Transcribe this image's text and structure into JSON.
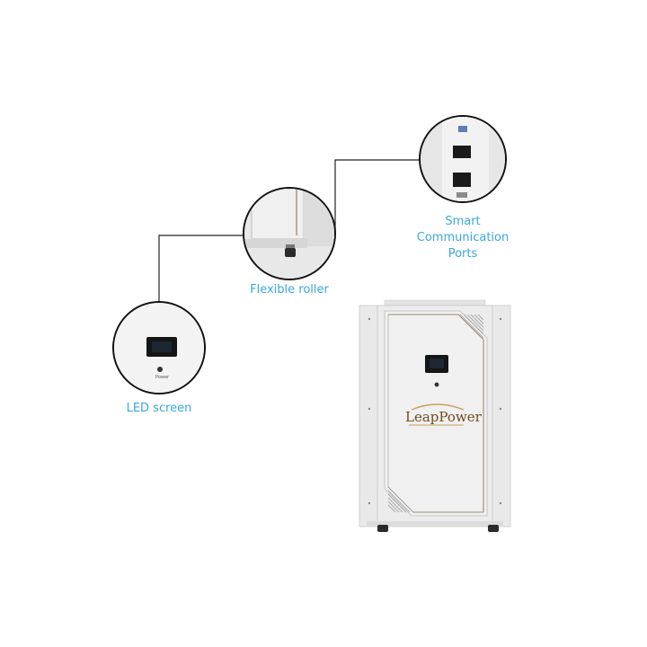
{
  "callouts": {
    "led_screen": {
      "label": "LED screen"
    },
    "flexible_roller": {
      "label": "Flexible roller"
    },
    "ports": {
      "label_line1": "Smart",
      "label_line2": "Communication",
      "label_line3": "Ports"
    }
  },
  "product": {
    "brand": "LeapPower",
    "power_caption": "Power"
  },
  "colors": {
    "label": "#3aa7e0",
    "cabinet": "#ececec",
    "screen": "#151515",
    "logo": "#6f4a1f",
    "accent_line": "#c8a35a"
  }
}
